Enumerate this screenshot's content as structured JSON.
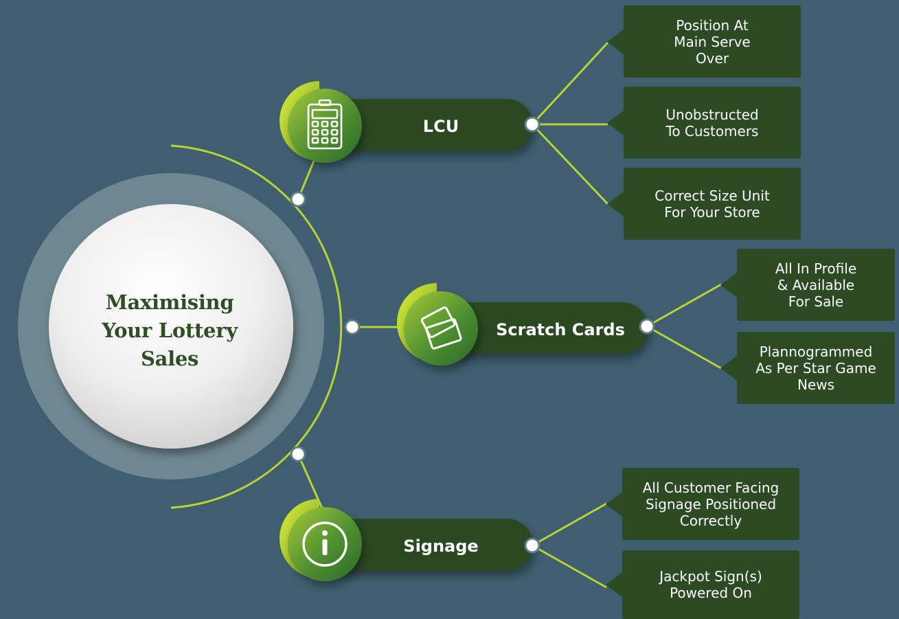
{
  "hub": {
    "title_lines": [
      "Maximising",
      "Your Lottery",
      "Sales"
    ]
  },
  "branches": [
    {
      "label": "LCU",
      "icon": "lottery-terminal-icon",
      "items": [
        "Position At\nMain Serve\nOver",
        "Unobstructed\nTo Customers",
        "Correct Size Unit\nFor Your Store"
      ]
    },
    {
      "label": "Scratch Cards",
      "icon": "scratch-cards-icon",
      "items": [
        "All In Profile\n& Available\nFor Sale",
        "Plannogrammed\nAs Per Star Game\nNews"
      ]
    },
    {
      "label": "Signage",
      "icon": "info-icon",
      "items": [
        "All Customer Facing\nSignage Positioned\nCorrectly",
        "Jackpot Sign(s)\nPowered On"
      ]
    }
  ],
  "colors": {
    "background": "#3f5f70",
    "pill": "#2c4a24",
    "box": "#2c4a24",
    "accent_line": "#b8d432",
    "icon_green_dark": "#2f6b28",
    "icon_green_light": "#b8d432",
    "hub_text": "#2e4f25",
    "hub_ring": "#6f8791"
  }
}
